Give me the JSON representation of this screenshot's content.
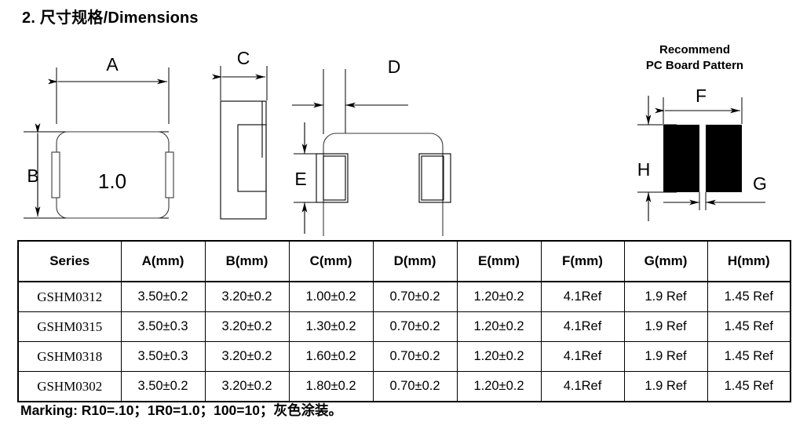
{
  "page": {
    "section_number": "2.",
    "title": "2.  尺寸规格/Dimensions"
  },
  "drawings": {
    "top_view": {
      "name": "top-view",
      "part_marking": "1.0",
      "dim_a": "A",
      "dim_b": "B"
    },
    "side_view": {
      "name": "side-view",
      "dim_c": "C"
    },
    "bottom_view": {
      "name": "bottom-view",
      "dim_d": "D",
      "dim_e": "E"
    },
    "pcb_pattern": {
      "name": "pcb-pattern",
      "title_line1": "Recommend",
      "title_line2": "PC Board Pattern",
      "dim_f": "F",
      "dim_g": "G",
      "dim_h": "H",
      "pad_color": "#000000"
    }
  },
  "table": {
    "headers": [
      "Series",
      "A(mm)",
      "B(mm)",
      "C(mm)",
      "D(mm)",
      "E(mm)",
      "F(mm)",
      "G(mm)",
      "H(mm)"
    ],
    "rows": [
      {
        "series": "GSHM0312",
        "a": "3.50±0.2",
        "b": "3.20±0.2",
        "c": "1.00±0.2",
        "d": "0.70±0.2",
        "e": "1.20±0.2",
        "f": "4.1Ref",
        "g": "1.9 Ref",
        "h": "1.45 Ref"
      },
      {
        "series": "GSHM0315",
        "a": "3.50±0.3",
        "b": "3.20±0.2",
        "c": "1.30±0.2",
        "d": "0.70±0.2",
        "e": "1.20±0.2",
        "f": "4.1Ref",
        "g": "1.9 Ref",
        "h": "1.45 Ref"
      },
      {
        "series": "GSHM0318",
        "a": "3.50±0.3",
        "b": "3.20±0.2",
        "c": "1.60±0.2",
        "d": "0.70±0.2",
        "e": "1.20±0.2",
        "f": "4.1Ref",
        "g": "1.9 Ref",
        "h": "1.45 Ref"
      },
      {
        "series": "GSHM0302",
        "a": "3.50±0.2",
        "b": "3.20±0.2",
        "c": "1.80±0.2",
        "d": "0.70±0.2",
        "e": "1.20±0.2",
        "f": "4.1Ref",
        "g": "1.9 Ref",
        "h": "1.45 Ref"
      }
    ]
  },
  "footer": {
    "marking": "Marking: R10=.10；1R0=1.0；100=10；灰色涂装。"
  }
}
